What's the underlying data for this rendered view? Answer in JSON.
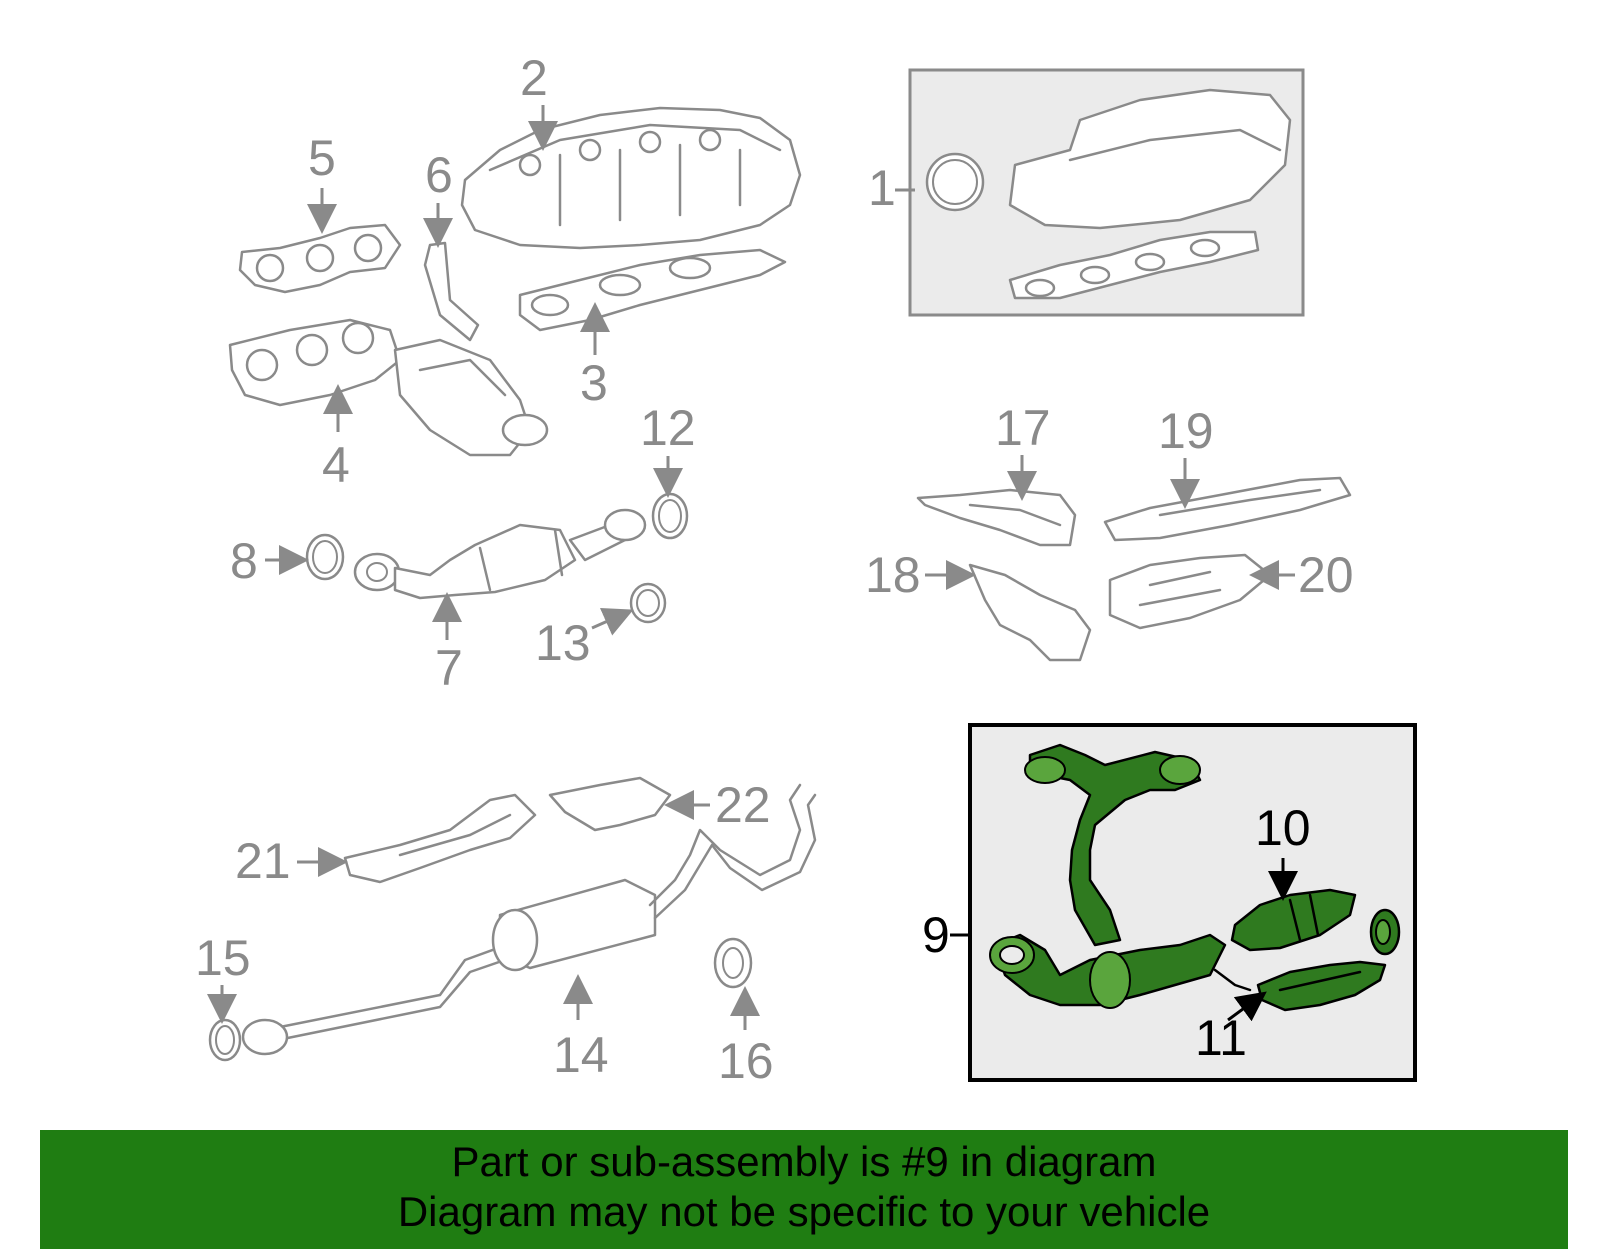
{
  "callouts": {
    "c1": "1",
    "c2": "2",
    "c3": "3",
    "c4": "4",
    "c5": "5",
    "c6": "6",
    "c7": "7",
    "c8": "8",
    "c9": "9",
    "c10": "10",
    "c11": "11",
    "c12": "12",
    "c13": "13",
    "c14": "14",
    "c15": "15",
    "c16": "16",
    "c17": "17",
    "c18": "18",
    "c19": "19",
    "c20": "20",
    "c21": "21",
    "c22": "22"
  },
  "highlight_color": "#2f7a1f",
  "banner": {
    "color": "#1f7d12",
    "line1": "Part or sub-assembly is #9 in diagram",
    "line2": "Diagram may not be specific to your vehicle"
  }
}
